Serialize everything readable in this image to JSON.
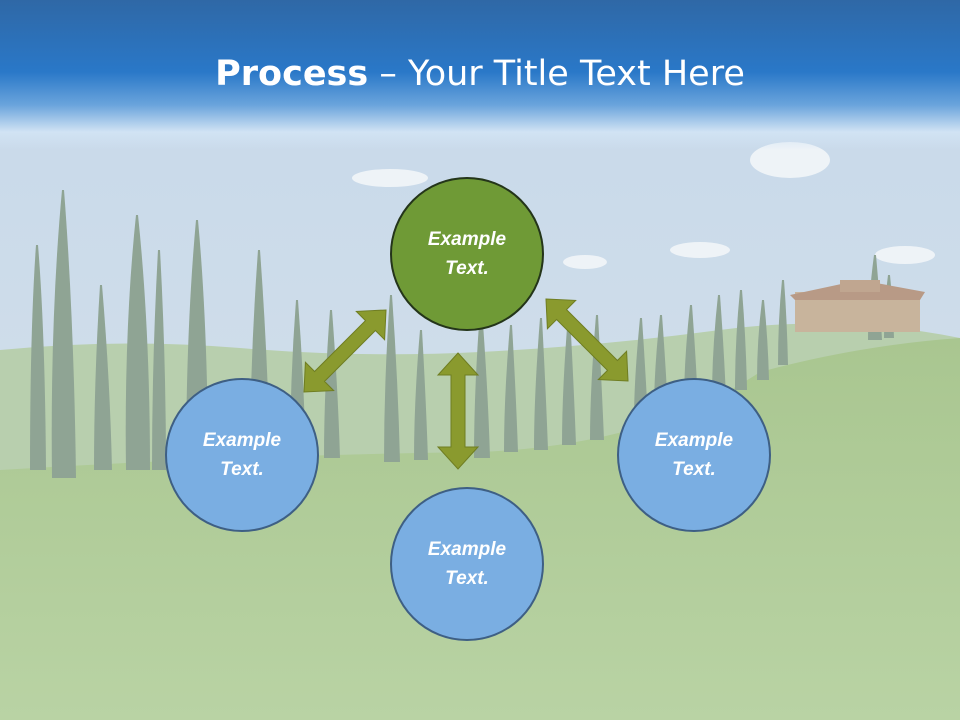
{
  "title": {
    "bold": "Process",
    "rest": " – Your Title Text Here"
  },
  "nodes": {
    "top": "Example\nText.",
    "left": "Example\nText.",
    "right": "Example\nText.",
    "bottom": "Example\nText."
  },
  "colors": {
    "header_blue": "#2a78c8",
    "center_node": "#6f9a36",
    "outer_node": "#7aaee2",
    "arrow": "#8a9a2e"
  },
  "icons": {
    "arrows": [
      "double-arrow-diagonal-left",
      "double-arrow-vertical",
      "double-arrow-diagonal-right"
    ]
  }
}
